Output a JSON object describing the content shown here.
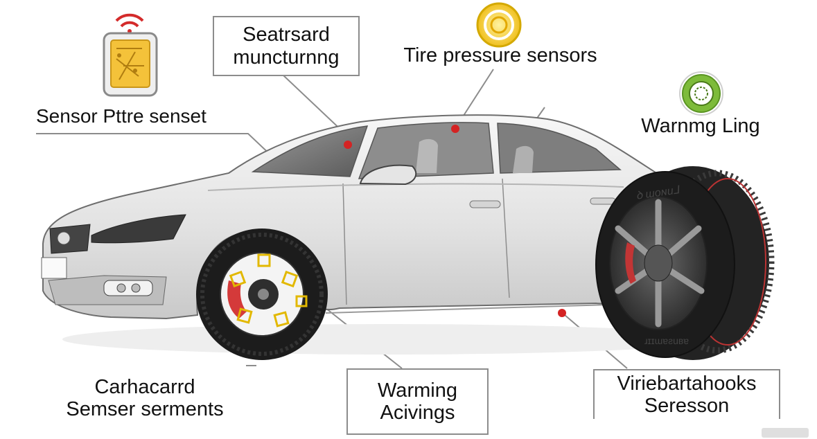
{
  "labels": {
    "sensor_pattern": "Sensor Pttre senset",
    "seatrsard": [
      "Seatrsard",
      "muncturnng"
    ],
    "tire_pressure": "Tire pressure sensors",
    "warning_light": "Warnmg Ling",
    "carhacarrd": [
      "Carhacarrd",
      "Semser serments"
    ],
    "warming_acivings": [
      "Warming",
      "Acivings"
    ],
    "viriebartahooks": [
      "Viriebartahooks",
      "Seresson"
    ]
  },
  "tire_sidewall_text": [
    "ꝺ ɯoɴu⅃",
    "ɹɪɪɯɐƨuʙɐ"
  ],
  "colors": {
    "leader_line": "#8c8c8c",
    "sensor_dot": "#d42323",
    "wifi_red": "#d42b2b",
    "sensor_gold": "#f2c230",
    "tpms_yellow": "#f2c200",
    "warning_green": "#7dbb3a",
    "car_body": "#e9e9e9",
    "tire_black": "#1c1c1c"
  },
  "icons": [
    "wifi-sensor-icon",
    "tire-pressure-icon",
    "warning-light-icon"
  ]
}
